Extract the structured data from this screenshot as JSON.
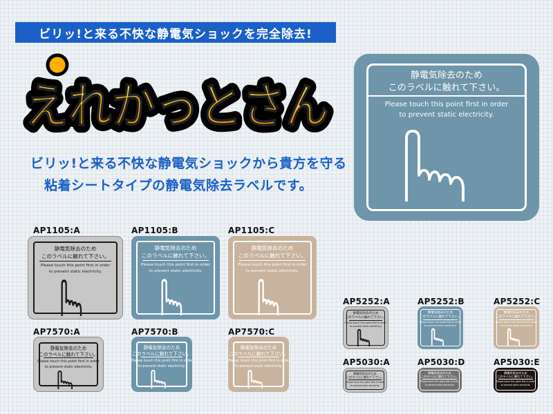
{
  "banner": "ビリッ!と来る不快な静電気ショックを完全除去!",
  "logo_text": "えれかっとさん",
  "tagline": {
    "line1": "ビリッ!と来る不快な静電気ショックから貴方を守る",
    "line2": "粘着シートタイプの静電気除去ラベルです。"
  },
  "label": {
    "jp_line1": "静電気除去のため",
    "jp_line2": "このラベルに触れて下さい。",
    "en_line1": "Please touch this point first in order",
    "en_line2": "to prevent static electricity."
  },
  "products": [
    {
      "code": "AP1105:A",
      "color": "#c7c7c7"
    },
    {
      "code": "AP1105:B",
      "color": "#6e95a9"
    },
    {
      "code": "AP1105:C",
      "color": "#c8b49e"
    },
    {
      "code": "AP7570:A",
      "color": "#c7c7c7"
    },
    {
      "code": "AP7570:B",
      "color": "#6e95a9"
    },
    {
      "code": "AP7570:C",
      "color": "#c8b49e"
    },
    {
      "code": "AP5252:A",
      "color": "#c7c7c7"
    },
    {
      "code": "AP5252:B",
      "color": "#6e95a9"
    },
    {
      "code": "AP5252:C",
      "color": "#c8b49e"
    },
    {
      "code": "AP5030:A",
      "color": "#c7c7c7"
    },
    {
      "code": "AP5030:D",
      "color": "#707070"
    },
    {
      "code": "AP5030:E",
      "color": "#1c1412"
    }
  ],
  "colors": {
    "brand_blue": "#1a60c8",
    "logo_fill_top": "#ffe14a",
    "logo_fill_bottom": "#f08a00"
  }
}
